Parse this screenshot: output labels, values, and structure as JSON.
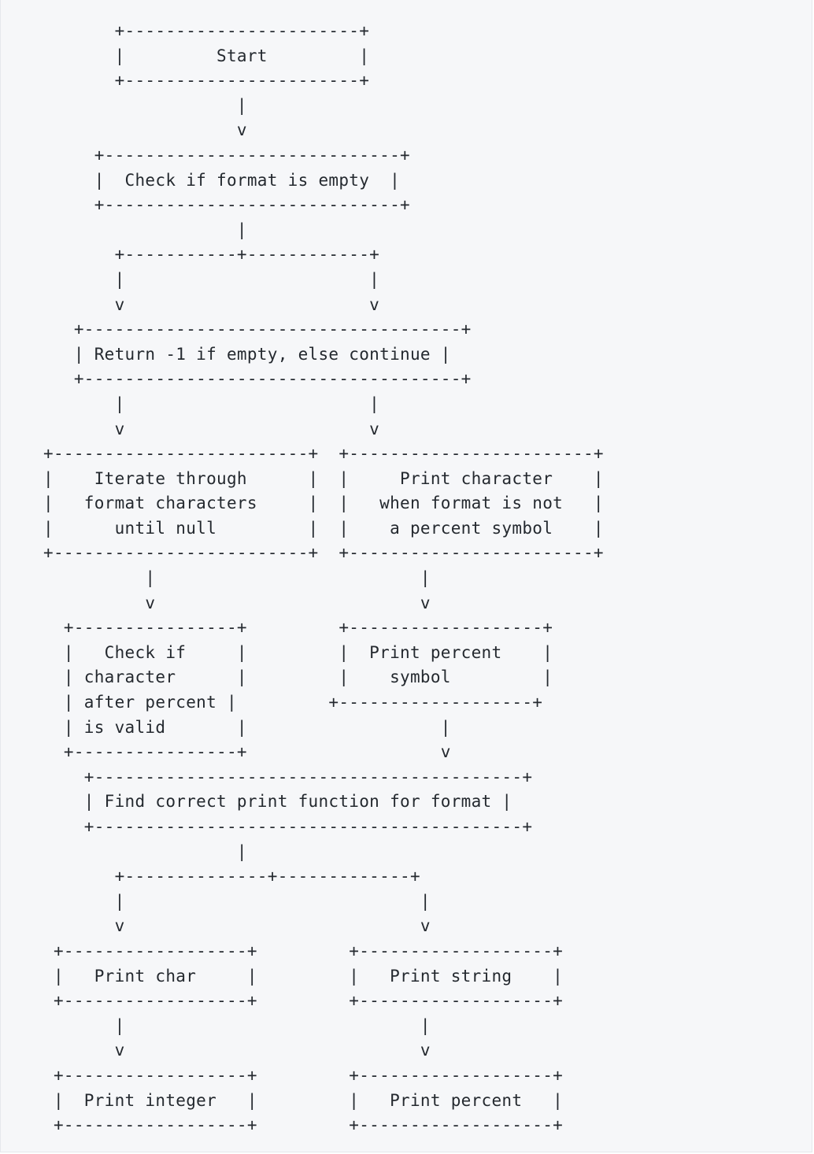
{
  "diagram": {
    "lines": [
      "       +-----------------------+",
      "       |         Start         |",
      "       +-----------------------+",
      "                   |",
      "                   v",
      "     +-----------------------------+",
      "     |  Check if format is empty  |",
      "     +-----------------------------+",
      "                   |",
      "       +-----------+------------+",
      "       |                        |",
      "       v                        v",
      "   +-------------------------------------+",
      "   | Return -1 if empty, else continue |",
      "   +-------------------------------------+",
      "       |                        |",
      "       v                        v",
      "+-------------------------+  +------------------------+",
      "|    Iterate through      |  |     Print character    |",
      "|   format characters     |  |   when format is not   |",
      "|      until null         |  |    a percent symbol    |",
      "+-------------------------+  +------------------------+",
      "          |                          |",
      "          v                          v",
      "  +----------------+         +-------------------+",
      "  |   Check if     |         |  Print percent    |",
      "  | character      |         |    symbol         |",
      "  | after percent |         +-------------------+",
      "  | is valid       |                   |",
      "  +----------------+                   v",
      "    +------------------------------------------+",
      "    | Find correct print function for format |",
      "    +------------------------------------------+",
      "                   |",
      "       +--------------+-------------+",
      "       |                             |",
      "       v                             v",
      " +------------------+         +-------------------+",
      " |   Print char     |         |   Print string    |",
      " +------------------+         +-------------------+",
      "       |                             |",
      "       v                             v",
      " +------------------+         +-------------------+",
      " |  Print integer   |         |   Print percent   |",
      " +------------------+         +-------------------+"
    ]
  }
}
